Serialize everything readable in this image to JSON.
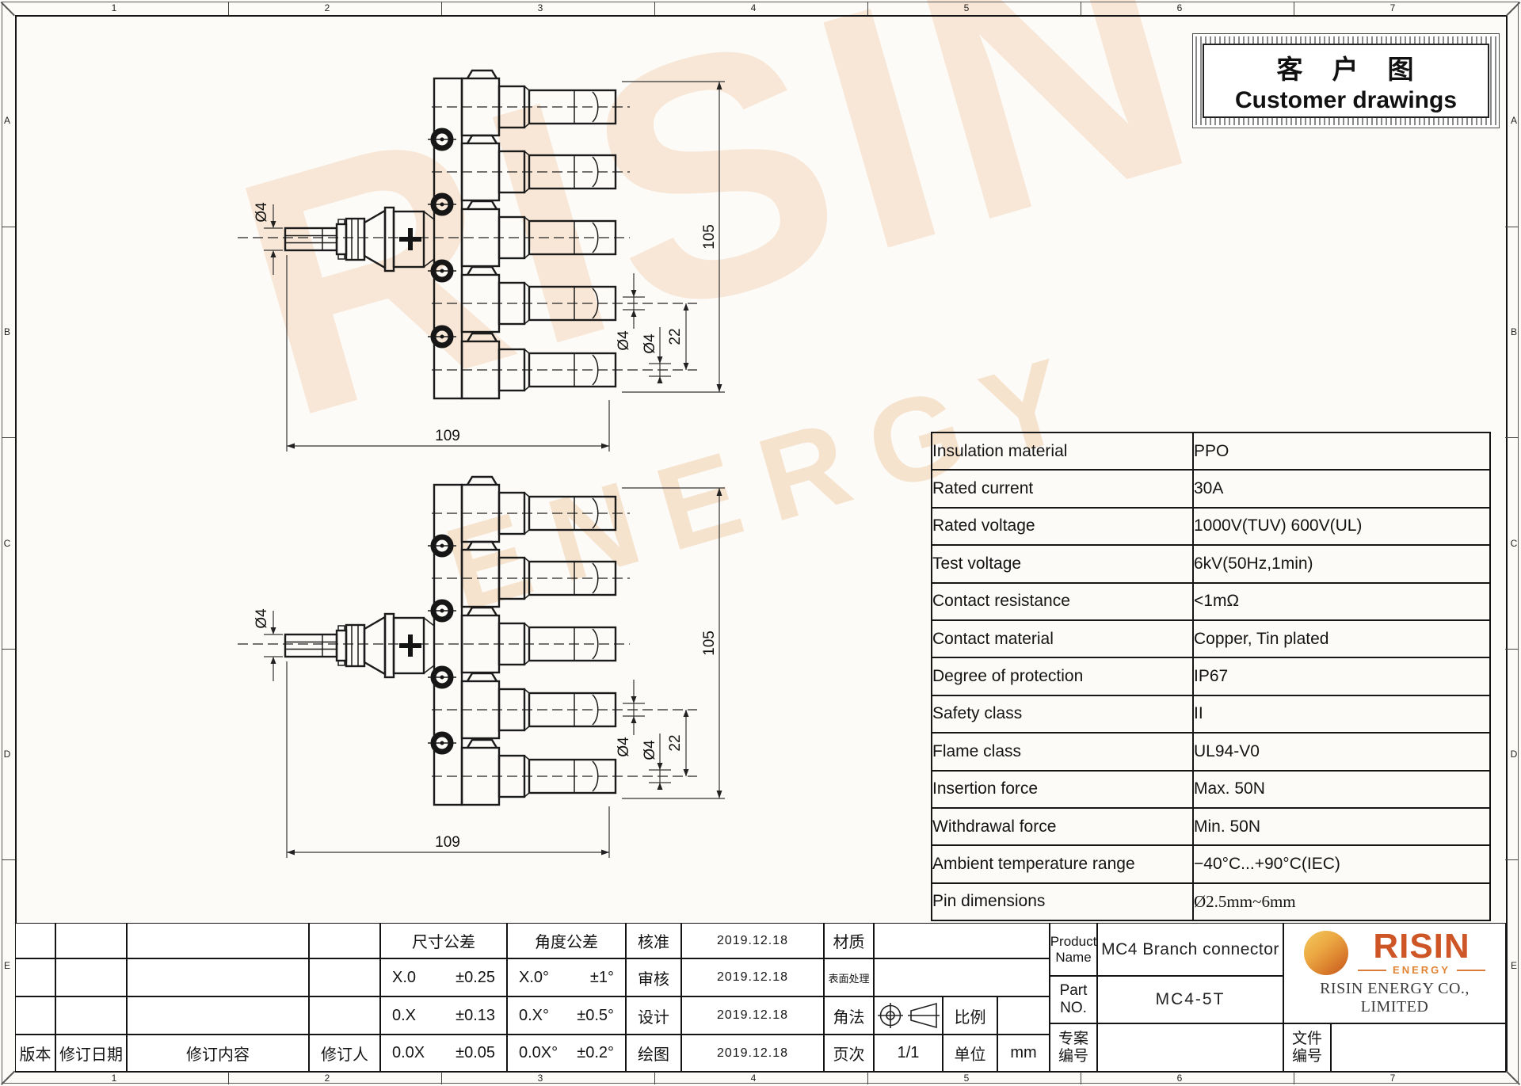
{
  "sheet": {
    "zone_cols": [
      "1",
      "2",
      "3",
      "4",
      "5",
      "6",
      "7"
    ],
    "zone_rows": [
      "A",
      "B",
      "C",
      "D",
      "E"
    ]
  },
  "title_box": {
    "title_cn": "客　户　图",
    "title_en": "Customer drawings"
  },
  "watermark": {
    "line1": "RISIN",
    "line2": "ENERGY"
  },
  "drawing": {
    "height_dim": "105",
    "width_dim": "109",
    "pin_dim": "Ø4",
    "tip_dim_a": "Ø4",
    "tip_dim_b": "Ø4",
    "pitch_dim": "22"
  },
  "spec_table": {
    "rows": [
      {
        "label": "Insulation material",
        "value": "PPO"
      },
      {
        "label": "Rated current",
        "value": "30A"
      },
      {
        "label": "Rated voltage",
        "value": "1000V(TUV)  600V(UL)"
      },
      {
        "label": "Test voltage",
        "value": "6kV(50Hz,1min)"
      },
      {
        "label": "Contact resistance",
        "value": "<1mΩ"
      },
      {
        "label": "Contact material",
        "value": "Copper, Tin plated"
      },
      {
        "label": "Degree of protection",
        "value": "IP67"
      },
      {
        "label": "Safety class",
        "value": "II"
      },
      {
        "label": "Flame class",
        "value": "UL94-V0"
      },
      {
        "label": "Insertion force",
        "value": "Max. 50N"
      },
      {
        "label": "Withdrawal force",
        "value": "Min. 50N"
      },
      {
        "label": "Ambient temperature range",
        "value": "−40°C...+90°C(IEC)"
      },
      {
        "label": "Pin dimensions",
        "value": "Ø2.5mm~6mm"
      }
    ]
  },
  "title_block": {
    "revision_headers": [
      "版本",
      "修订日期",
      "修订内容",
      "修订人"
    ],
    "dim_tol": {
      "header": "尺寸公差",
      "rows": [
        {
          "k": "X.0",
          "v": "±0.25"
        },
        {
          "k": "0.X",
          "v": "±0.13"
        },
        {
          "k": "0.0X",
          "v": "±0.05"
        }
      ]
    },
    "ang_tol": {
      "header": "角度公差",
      "rows": [
        {
          "k": "X.0°",
          "v": "±1°"
        },
        {
          "k": "0.X°",
          "v": "±0.5°"
        },
        {
          "k": "0.0X°",
          "v": "±0.2°"
        }
      ]
    },
    "approvals": [
      {
        "label": "核准",
        "date": "2019.12.18"
      },
      {
        "label": "审核",
        "date": "2019.12.18"
      },
      {
        "label": "设计",
        "date": "2019.12.18"
      },
      {
        "label": "绘图",
        "date": "2019.12.18"
      }
    ],
    "material_label": "材质",
    "surface_label": "表面处理",
    "projection_label": "角法",
    "scale_label": "比例",
    "page_label": "页次",
    "page_value": "1/1",
    "unit_label": "单位",
    "unit_value": "mm",
    "product_name_label": "Product Name",
    "product_name": "MC4 Branch connector",
    "part_no_label": "Part NO.",
    "part_no": "MC4-5T",
    "project_no_label": "专案编号",
    "file_no_label": "文件编号"
  },
  "company": {
    "logo_text": "RISIN",
    "logo_sub": "ENERGY",
    "name": "RISIN ENERGY CO., LIMITED"
  },
  "colors": {
    "logo_red": "#CE5526",
    "logo_orange": "#E08434",
    "line": "#1b1b1b",
    "watermark": "#F3C18E"
  }
}
